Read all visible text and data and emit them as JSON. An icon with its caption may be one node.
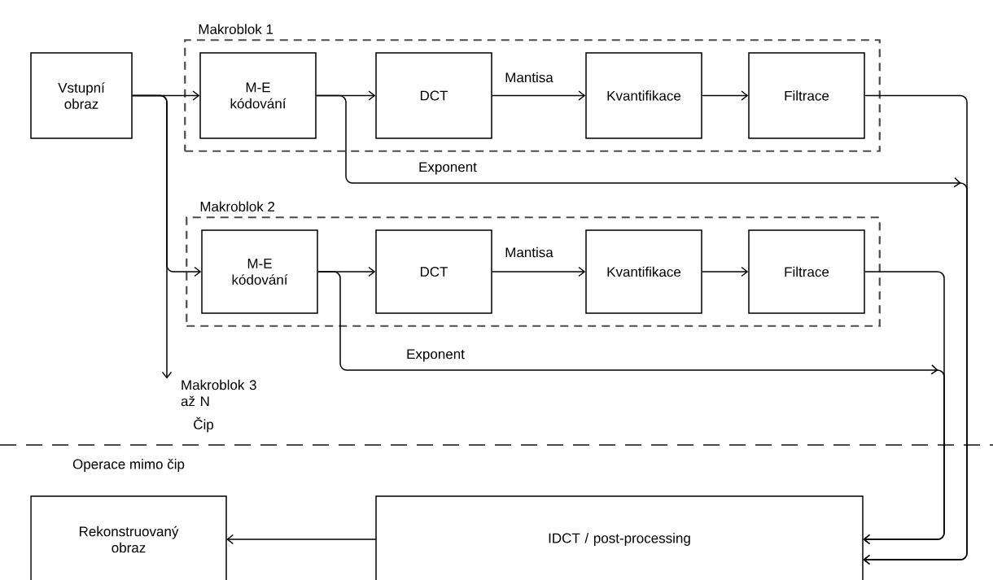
{
  "diagram": {
    "nodes": [
      {
        "text": [
          "Vstupní obraz"
        ]
      },
      {
        "text": [
          "Makroblok 1"
        ]
      },
      {
        "text": [
          "M-E kódování"
        ],
        "in": 1
      },
      {
        "text": [
          "DCT"
        ],
        "in": 1
      },
      {
        "text": [
          "Kvantifikace"
        ],
        "in": 1
      },
      {
        "text": [
          "Filtrace"
        ],
        "in": 1
      },
      {
        "text": [
          "Makroblok 2"
        ]
      },
      {
        "text": [
          "M-E kódování"
        ],
        "in": 6
      },
      {
        "text": [
          "DCT"
        ],
        "in": 6
      },
      {
        "text": [
          "Kvantifikace"
        ],
        "in": 6
      },
      {
        "text": [
          "Filtrace"
        ],
        "in": 6
      },
      {
        "text": [
          "Makroblok 3 až N"
        ]
      },
      {
        "text": [
          "Rekonstruovaný obraz"
        ]
      },
      {
        "text": [
          "IDCT / post-processing"
        ]
      }
    ],
    "edges": [
      {
        "from": 0,
        "to": 2,
        "arrow": "to"
      },
      {
        "from": 0,
        "to": 7,
        "arrow": "to"
      },
      {
        "from": 0,
        "to": 11,
        "arrow": "to"
      },
      {
        "from": 2,
        "to": 3,
        "arrow": "to"
      },
      {
        "from": 3,
        "to": 4,
        "arrow": "to",
        "label": "Mantisa"
      },
      {
        "from": 4,
        "to": 5,
        "arrow": "to"
      },
      {
        "from": 2,
        "to": 13,
        "arrow": "to",
        "label": "Exponent"
      },
      {
        "from": 5,
        "to": 13,
        "arrow": "to"
      },
      {
        "from": 7,
        "to": 8,
        "arrow": "to"
      },
      {
        "from": 8,
        "to": 9,
        "arrow": "to",
        "label": "Mantisa"
      },
      {
        "from": 9,
        "to": 10,
        "arrow": "to"
      },
      {
        "from": 7,
        "to": 13,
        "arrow": "to",
        "label": "Exponent"
      },
      {
        "from": 10,
        "to": 13,
        "arrow": "to"
      },
      {
        "from": 13,
        "to": 12,
        "arrow": "to"
      }
    ],
    "labels": [
      "Čip",
      "Operace mimo čip"
    ]
  }
}
